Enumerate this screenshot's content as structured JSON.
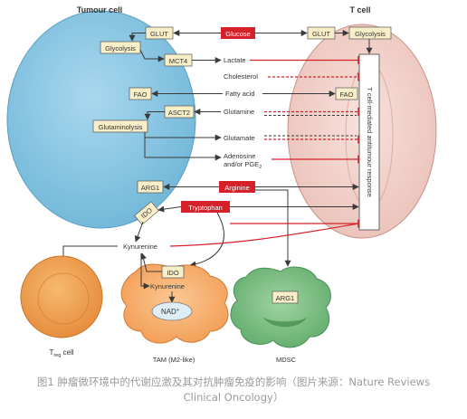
{
  "cells": {
    "tumour": "Tumour cell",
    "tcell": "T cell",
    "treg_main": "T",
    "treg_sub": "reg",
    "treg_suffix": " cell",
    "tam": "TAM (M2-like)",
    "mdsc": "MDSC"
  },
  "boxes": {
    "glut_left": "GLUT",
    "glut_right": "GLUT",
    "glucose": "Glucose",
    "glycolysis_left": "Glycolysis",
    "glycolysis_right": "Glycolysis",
    "mct4": "MCT4",
    "fao_left": "FAO",
    "fao_right": "FAO",
    "asct2": "ASCT2",
    "glutaminolysis": "Glutaminolysis",
    "arg1": "ARG1",
    "arginine": "Arginine",
    "ido": "IDO",
    "tryptophan": "Tryptophan",
    "ido_tam": "IDO",
    "arg1_mdsc": "ARG1"
  },
  "labels": {
    "lactate": "Lactate",
    "cholesterol": "Cholesterol",
    "fatty_acid": "Fatty acid",
    "glutamine": "Glutamine",
    "glutamate": "Glutamate",
    "adenosine_1": "Adenosine",
    "adenosine_2_main": "and/or PGE",
    "adenosine_2_sub": "2",
    "kynurenine": "Kynurenine",
    "kynurenine_tam": "Kynurenine",
    "nad_main": "NAD",
    "nad_sup": "+",
    "tcell_response": "T cell-mediated antitumour response"
  },
  "caption": {
    "line1": "图1 肿瘤微环境中的代谢应激及其对抗肿瘤免疫的影响（图片来源：Nature Reviews",
    "line2": "Clinical Oncology）"
  },
  "colors": {
    "tumour_fill": "#8ccae6",
    "tcell_fill": "#f2d2cc",
    "box_fill": "#f8efc8",
    "red": "#d6202a",
    "arrow": "#3a3a3a",
    "treg_fill": "#f2a250",
    "tam_fill": "#f7b070",
    "mdsc_fill": "#7cbf84"
  }
}
